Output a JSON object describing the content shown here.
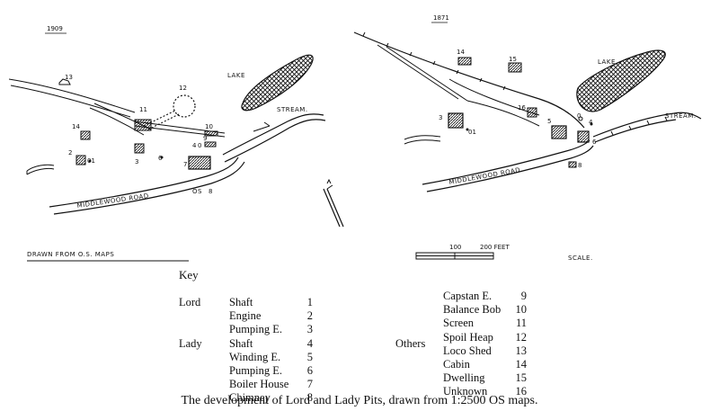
{
  "left_map": {
    "year": "1909",
    "drawn_from": "DRAWN FROM O.S. MAPS",
    "lake": "LAKE",
    "stream": "STREAM.",
    "road": "MIDDLEWOOD ROAD",
    "os": "OS",
    "labels": [
      "13",
      "12",
      "11",
      "14",
      "10",
      "9",
      "4",
      "0",
      "2",
      "01",
      "3",
      "6",
      "7",
      "8"
    ]
  },
  "right_map": {
    "year": "1871",
    "lake": "LAKE",
    "stream": "STREAM.",
    "road": "MIDDLEWOOD ROAD",
    "scale_label": "SCALE.",
    "scale_ticks": [
      "100",
      "200 FEET"
    ],
    "labels": [
      "14",
      "15",
      "3",
      "01",
      "16",
      "5",
      "0",
      "4",
      "6",
      "8"
    ]
  },
  "key": {
    "title": "Key",
    "groups": [
      {
        "group": "Lord",
        "items": [
          [
            "Shaft",
            "1"
          ],
          [
            "Engine",
            "2"
          ],
          [
            "Pumping E.",
            "3"
          ]
        ]
      },
      {
        "group": "Lady",
        "items": [
          [
            "Shaft",
            "4"
          ],
          [
            "Winding E.",
            "5"
          ],
          [
            "Pumping E.",
            "6"
          ],
          [
            "Boiler House",
            "7"
          ],
          [
            "Chimney",
            "8"
          ]
        ]
      }
    ],
    "others_label": "Others",
    "right_items": [
      [
        "Capstan E.",
        "9"
      ],
      [
        "Balance Bob",
        "10"
      ],
      [
        "Screen",
        "11"
      ],
      [
        "Spoil Heap",
        "12"
      ],
      [
        "Loco Shed",
        "13"
      ],
      [
        "Cabin",
        "14"
      ],
      [
        "Dwelling",
        "15"
      ],
      [
        "Unknown",
        "16"
      ]
    ]
  },
  "caption": "The development of Lord and Lady Pits, drawn from 1:2500 OS maps."
}
